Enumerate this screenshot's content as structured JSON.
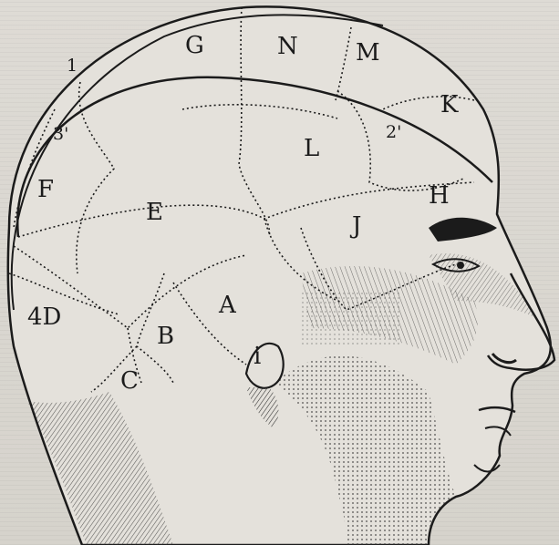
{
  "figure": {
    "region_labels": [
      {
        "id": "G",
        "text": "G"
      },
      {
        "id": "N",
        "text": "N"
      },
      {
        "id": "M",
        "text": "M"
      },
      {
        "id": "K",
        "text": "K"
      },
      {
        "id": "3prime",
        "text": "3'"
      },
      {
        "id": "2prime",
        "text": "2'"
      },
      {
        "id": "L",
        "text": "L"
      },
      {
        "id": "F",
        "text": "F"
      },
      {
        "id": "E",
        "text": "E"
      },
      {
        "id": "H",
        "text": "H"
      },
      {
        "id": "J",
        "text": "J"
      },
      {
        "id": "4D",
        "text": "4D"
      },
      {
        "id": "A",
        "text": "A"
      },
      {
        "id": "B",
        "text": "B"
      },
      {
        "id": "C",
        "text": "C"
      },
      {
        "id": "i",
        "text": "i"
      },
      {
        "id": "one",
        "text": "1"
      }
    ],
    "colors": {
      "paper": "#d9d6d0",
      "ink": "#1b1b1b"
    }
  }
}
